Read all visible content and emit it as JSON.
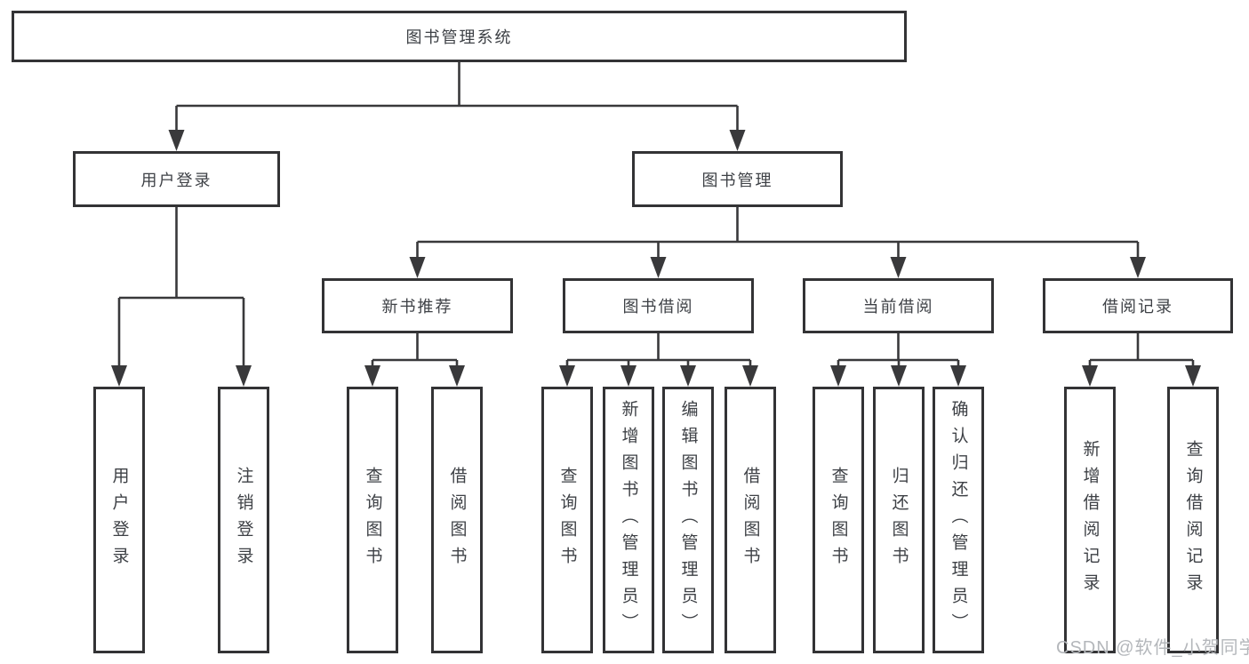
{
  "tree": {
    "root": "图书管理系统",
    "level2": [
      "用户登录",
      "图书管理"
    ],
    "level3": [
      "新书推荐",
      "图书借阅",
      "当前借阅",
      "借阅记录"
    ],
    "leaves": {
      "login": [
        "用户登录",
        "注销登录"
      ],
      "recommend": [
        "查询图书",
        "借阅图书"
      ],
      "borrow": [
        "查询图书",
        "新增图书（管理员）",
        "编辑图书（管理员）",
        "借阅图书"
      ],
      "current": [
        "查询图书",
        "归还图书",
        "确认归还（管理员）"
      ],
      "records": [
        "新增借阅记录",
        "查询借阅记录"
      ]
    }
  },
  "watermark": "CSDN @软件_小贺同学",
  "colors": {
    "line": "#39393b",
    "border": "#333335",
    "text": "#3e4146",
    "watermark": "#b4b7bb",
    "background": "#ffffff"
  }
}
